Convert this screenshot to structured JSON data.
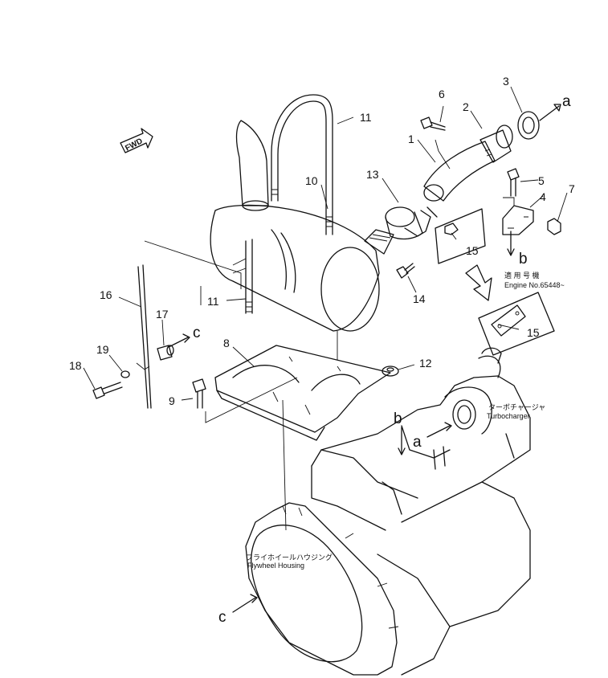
{
  "parts": {
    "p1": "1",
    "p2": "2",
    "p3": "3",
    "p4": "4",
    "p5": "5",
    "p6": "6",
    "p7": "7",
    "p8": "8",
    "p9": "9",
    "p10": "10",
    "p11a": "11",
    "p11b": "11",
    "p12": "12",
    "p13": "13",
    "p14": "14",
    "p15a": "15",
    "p15b": "15",
    "p16": "16",
    "p17": "17",
    "p18": "18",
    "p19": "19"
  },
  "refs": {
    "a1": "a",
    "a2": "a",
    "b1": "b",
    "b2": "b",
    "c1": "c",
    "c2": "c"
  },
  "labels": {
    "fwd": "FWD",
    "applicable_jp": "適 用 号 機",
    "applicable_en": "Engine No.65448~",
    "turbo_jp": "ターボチャージャ",
    "turbo_en": "Turbocharger",
    "flywheel_jp": "フライホイールハウジング",
    "flywheel_en": "Flywheel  Housing"
  }
}
